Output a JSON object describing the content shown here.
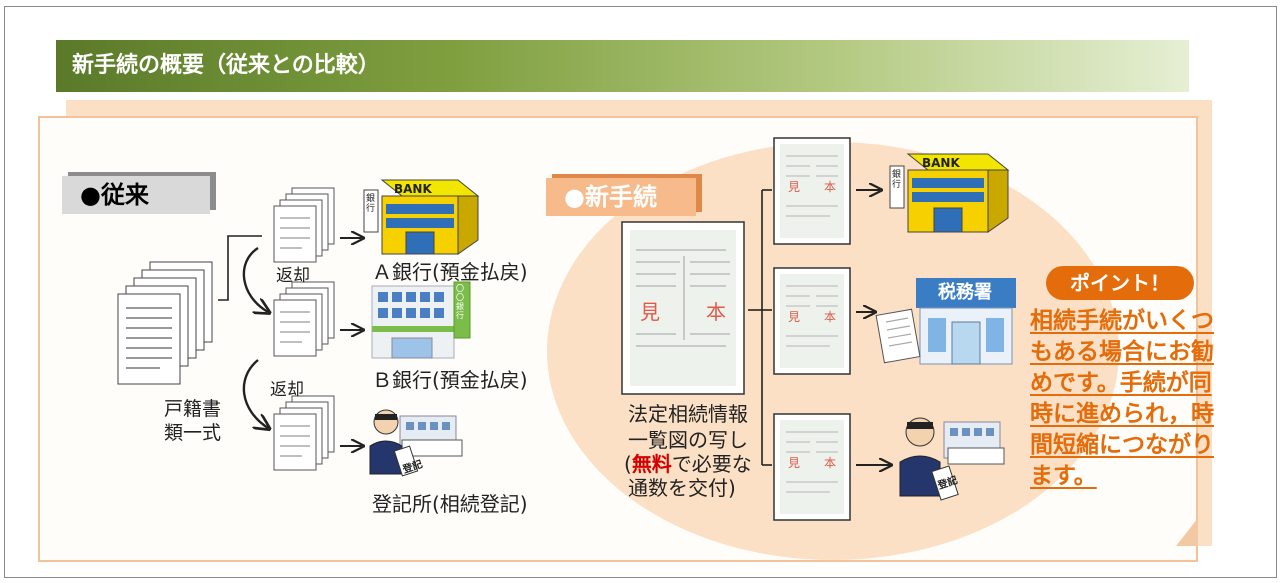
{
  "title": "新手続の概要（従来との比較）",
  "old_section": {
    "tab_label": "●従来",
    "source_docs_label_line1": "戸籍書",
    "source_docs_label_line2": "類一式",
    "return_label_1": "返却",
    "return_label_2": "返却",
    "bank_a_label": "Ａ銀行(預金払戻)",
    "bank_b_label": "Ｂ銀行(預金払戻)",
    "registry_label": "登記所(相続登記)"
  },
  "new_section": {
    "tab_label": "●新手続",
    "certificate_label_line1": "法定相続情報",
    "certificate_label_line2": "一覧図の写し",
    "certificate_label_line3_prefix": "(",
    "certificate_label_line3_free": "無料",
    "certificate_label_line3_suffix": "で必要な",
    "certificate_label_line4": "通数を交付)",
    "sample_stamp_left": "見",
    "sample_stamp_right": "本",
    "tax_office_sign": "税務署"
  },
  "bank_sign": "BANK",
  "bank_vertical_sign": "銀行",
  "bank_b_sign": "〇〇銀行",
  "registry_sign": "登記",
  "point": {
    "pill": "ポイント！",
    "lines": [
      "相続手続がいくつ",
      "もある場合にお勧",
      "めです。手続が同",
      "時に進められ，時",
      "間短縮につながり",
      "ます。"
    ]
  },
  "colors": {
    "accent_orange": "#e46c0a",
    "title_green": "#5a7a2a",
    "oval_peach": "#fbe0c5",
    "free_red": "#d40000"
  }
}
